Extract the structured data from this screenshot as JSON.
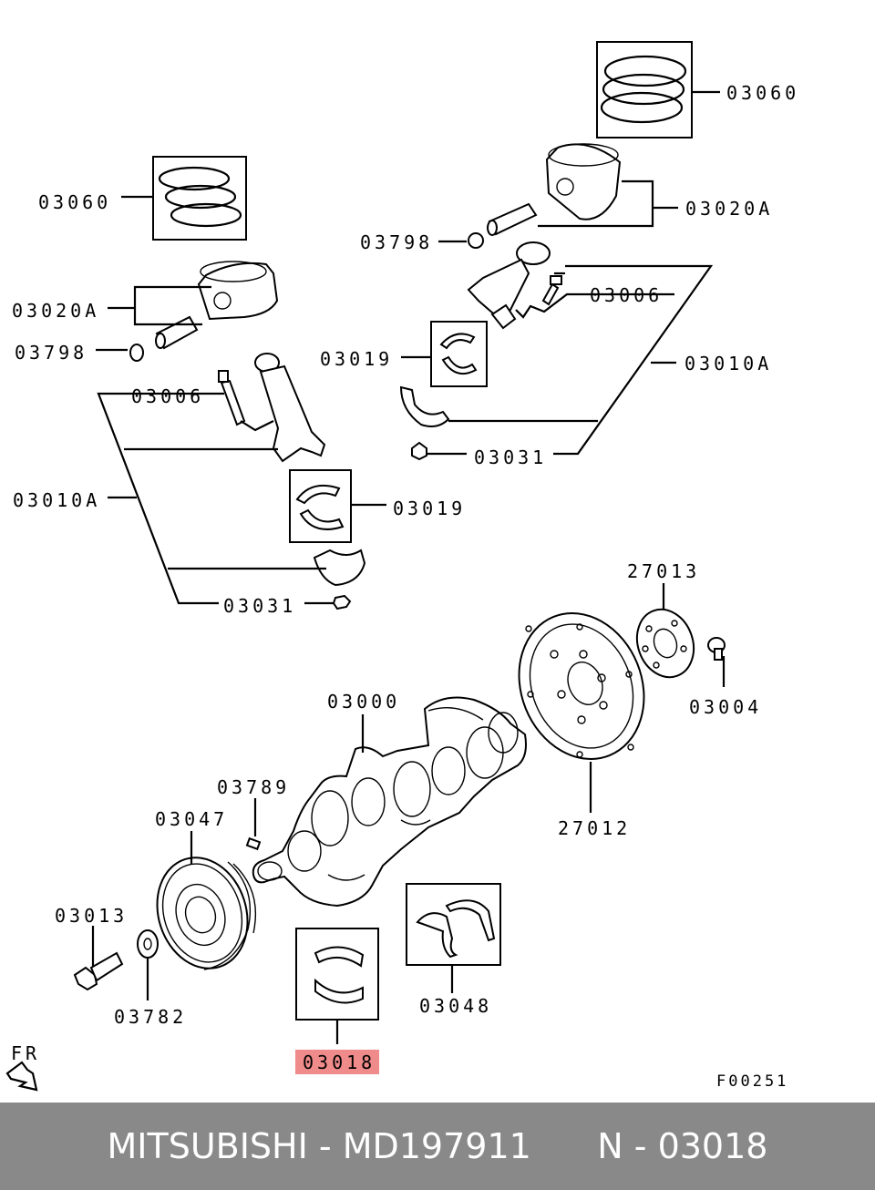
{
  "labels": {
    "rings_top": "03060",
    "piston_top": "03020A",
    "clip_top": "03798",
    "bolt_top": "03006",
    "bearing_top": "03019",
    "rod_assembly_top": "03010A",
    "nut_top": "03031",
    "rings_left": "03060",
    "piston_left": "03020A",
    "clip_left": "03798",
    "bolt_left": "03006",
    "rod_assembly_left": "03010A",
    "bearing_left": "03019",
    "nut_left": "03031",
    "plate_small": "27013",
    "flywheel_bolt": "03004",
    "crankshaft": "03000",
    "flywheel": "27012",
    "key": "03789",
    "pulley": "03047",
    "pulley_bolt": "03013",
    "washer": "03782",
    "thrust_bearing": "03048",
    "main_bearing": "03018",
    "direction": "FR",
    "figure_code": "F00251"
  },
  "highlight_color": "#f08b8b",
  "footer": {
    "text": "MITSUBISHI - MD197911      N - 03018",
    "background": "#898989"
  }
}
